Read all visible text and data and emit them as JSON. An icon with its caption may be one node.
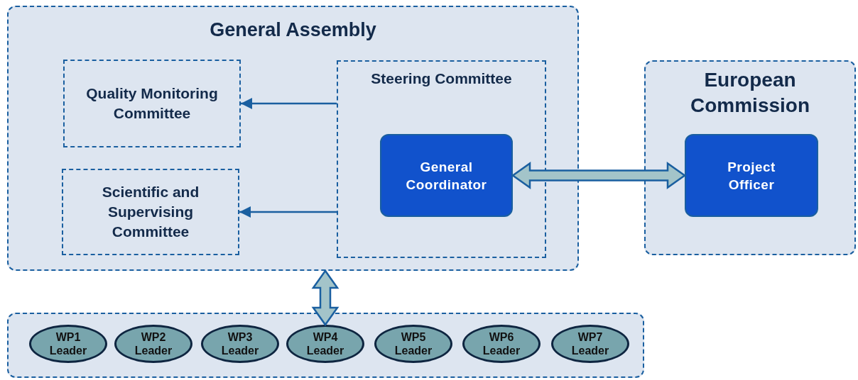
{
  "diagram": {
    "nodes": [
      {
        "text": [
          "General Assembly"
        ]
      },
      {
        "text": [
          "Quality Monitoring Committee"
        ],
        "in": 0
      },
      {
        "text": [
          "Scientific and Supervising Committee"
        ],
        "in": 0
      },
      {
        "text": [
          "Steering Committee"
        ],
        "in": 0
      },
      {
        "text": [
          "General Coordinator"
        ],
        "in": 3
      },
      {
        "text": [
          "European Commission"
        ]
      },
      {
        "text": [
          "Project Officer"
        ],
        "in": 5
      },
      {
        "text": [],
        "shape": "box"
      },
      {
        "text": [
          "WP1 Leader"
        ],
        "in": 7
      },
      {
        "text": [
          "WP2 Leader"
        ],
        "in": 7
      },
      {
        "text": [
          "WP3 Leader"
        ],
        "in": 7
      },
      {
        "text": [
          "WP4 Leader"
        ],
        "in": 7
      },
      {
        "text": [
          "WP5 Leader"
        ],
        "in": 7
      },
      {
        "text": [
          "WP6 Leader"
        ],
        "in": 7
      },
      {
        "text": [
          "WP7 Leader"
        ],
        "in": 7
      }
    ],
    "edges": [
      {
        "from": 3,
        "to": 1,
        "arrow": "to"
      },
      {
        "from": 3,
        "to": 2,
        "arrow": "to"
      },
      {
        "from": 4,
        "to": 6,
        "arrow": "both",
        "style": "thick"
      },
      {
        "from": 0,
        "to": 11,
        "arrow": "both",
        "style": "thick"
      }
    ]
  }
}
